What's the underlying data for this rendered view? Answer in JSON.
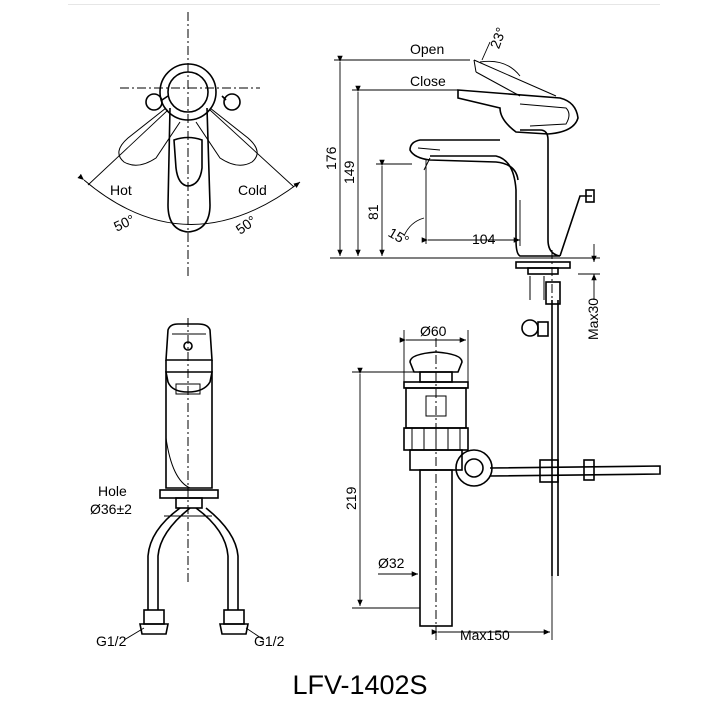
{
  "top_view": {
    "hot_label": "Hot",
    "cold_label": "Cold",
    "angle_left": "50°",
    "angle_right": "50°"
  },
  "side_view": {
    "open_label": "Open",
    "close_label": "Close",
    "open_angle": "23°",
    "height_total": "176",
    "height_handle": "149",
    "height_spout": "81",
    "spout_angle": "15°",
    "spout_reach": "104",
    "max_thickness": "Max30"
  },
  "front_view": {
    "hole_label": "Hole",
    "hole_diameter": "Ø36±2",
    "inlet_left": "G1/2",
    "inlet_right": "G1/2"
  },
  "drain_view": {
    "top_diameter": "Ø60",
    "length": "219",
    "pipe_diameter": "Ø32",
    "max_reach": "Max150"
  },
  "model": "LFV-1402S"
}
